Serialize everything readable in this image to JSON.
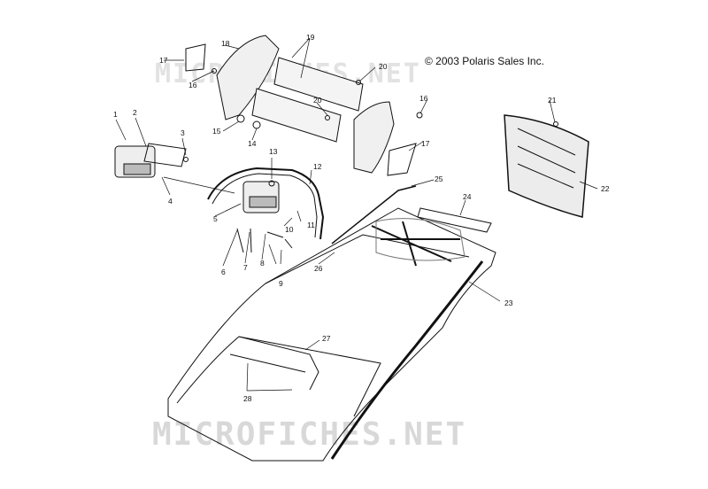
{
  "copyright": "© 2003 Polaris Sales Inc.",
  "watermarks": {
    "top": "MICROFICHES.NET",
    "bottom": "MICROFICHES.NET"
  },
  "part_labels": [
    "1",
    "2",
    "3",
    "4",
    "5",
    "6",
    "7",
    "8",
    "9",
    "10",
    "11",
    "12",
    "13",
    "14",
    "15",
    "16",
    "16",
    "17",
    "17",
    "18",
    "19",
    "20",
    "20",
    "21",
    "22",
    "23",
    "24",
    "25",
    "26",
    "27",
    "28"
  ]
}
